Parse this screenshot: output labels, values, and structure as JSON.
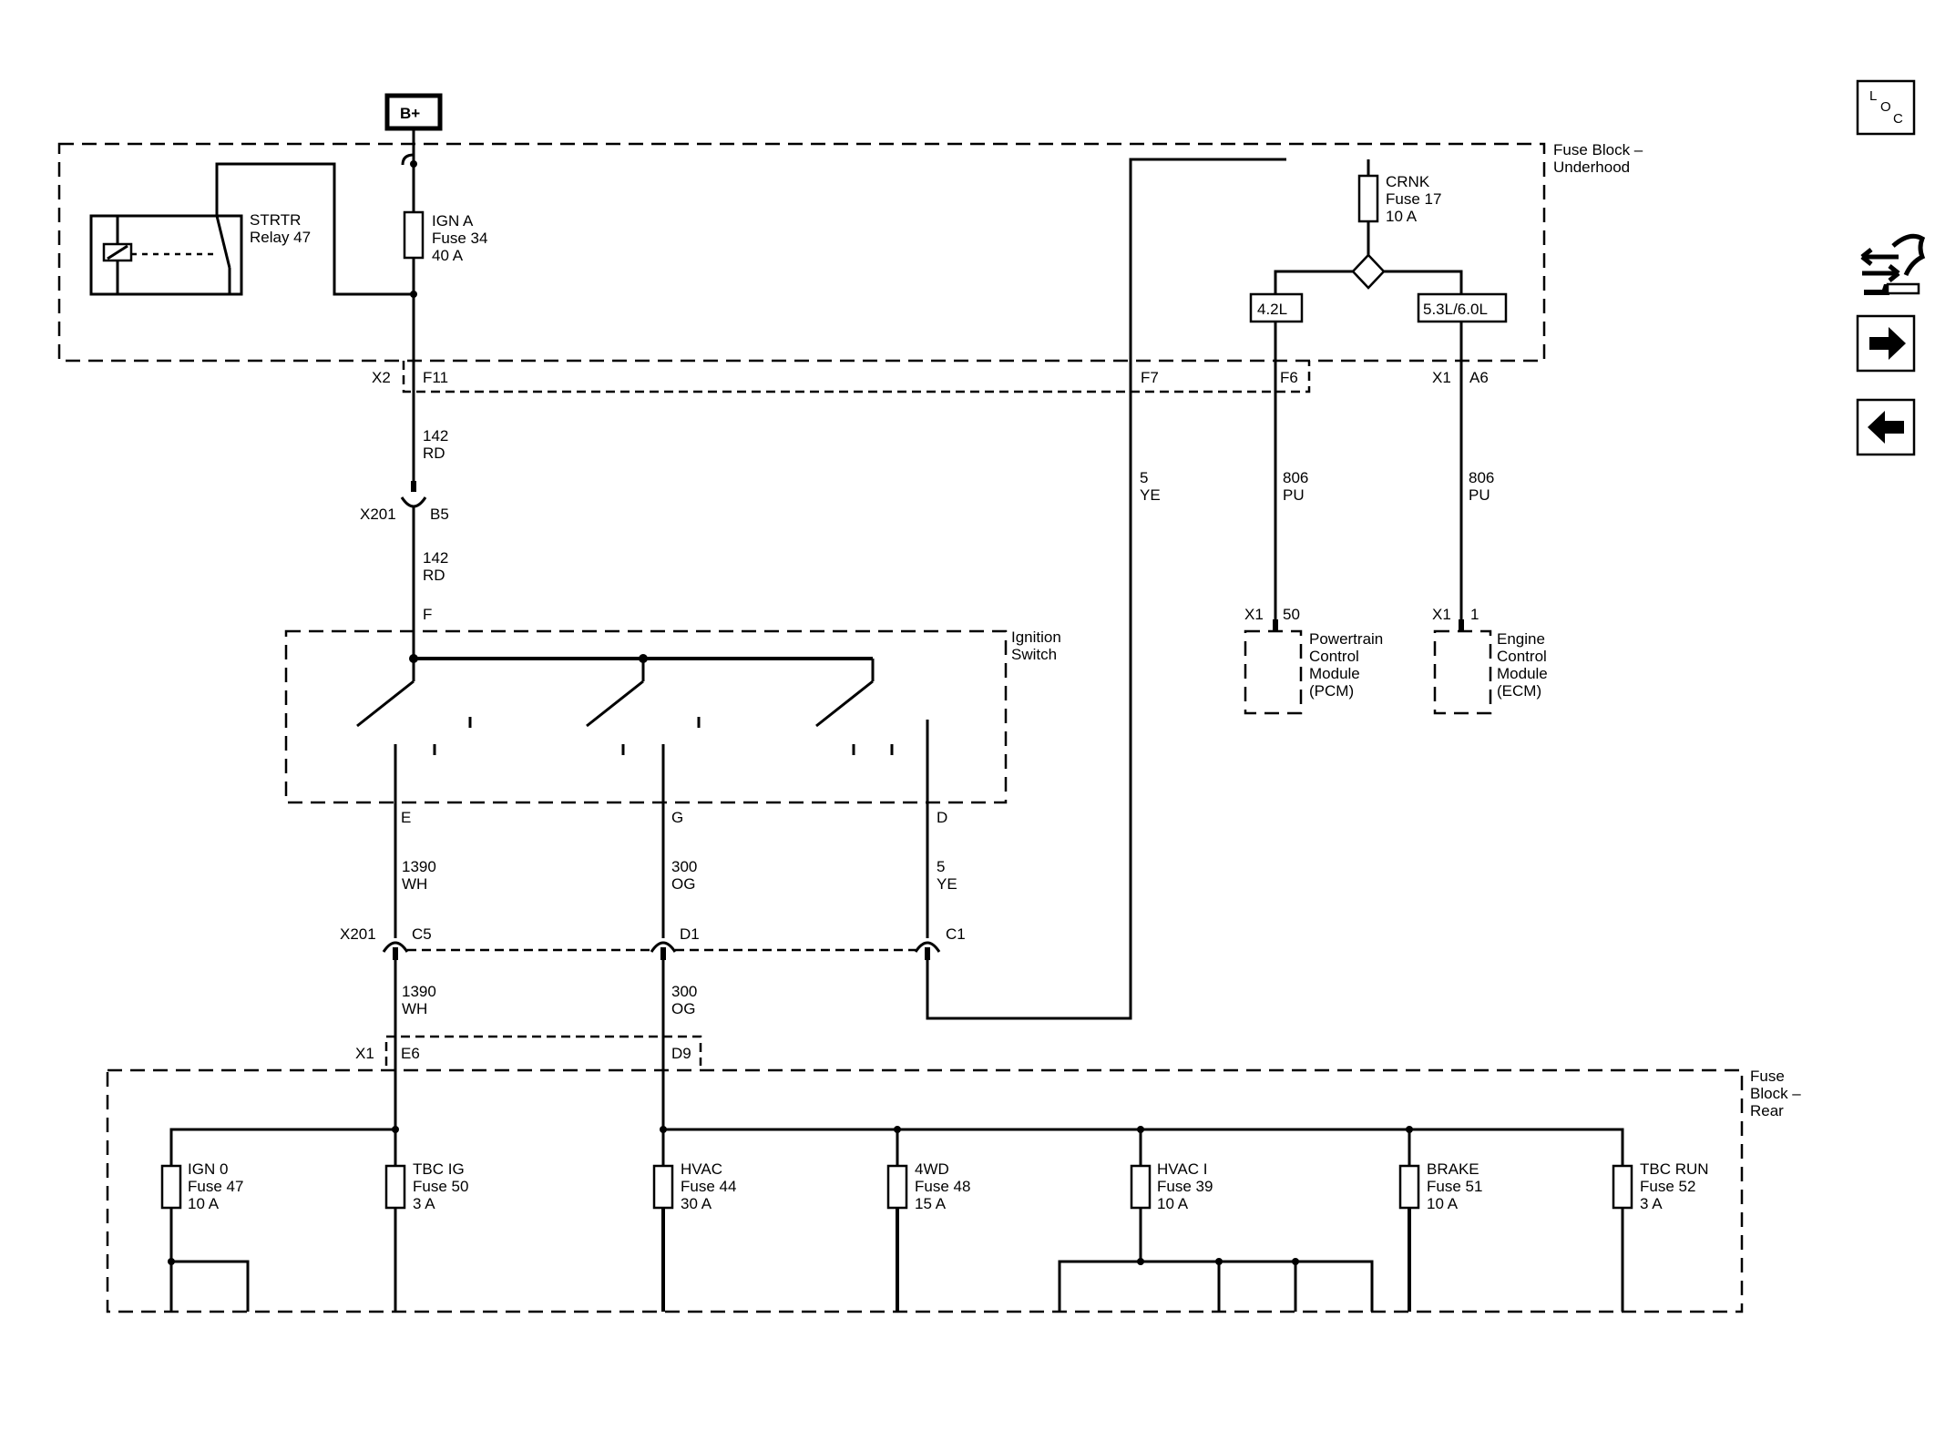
{
  "battery_label": "B+",
  "fuse_block_underhood": [
    "Fuse Block –",
    "Underhood"
  ],
  "fuse_block_rear": [
    "Fuse",
    "Block –",
    "Rear"
  ],
  "ignition_switch": [
    "Ignition",
    "Switch"
  ],
  "strtr_relay": [
    "STRTR",
    "Relay 47"
  ],
  "fuse_ign_a": [
    "IGN A",
    "Fuse 34",
    "40 A"
  ],
  "fuse_crnk": [
    "CRNK",
    "Fuse 17",
    "10 A"
  ],
  "option_42": "4.2L",
  "option_5360": "5.3L/6.0L",
  "pcm": [
    "Powertrain",
    "Control",
    "Module",
    "(PCM)"
  ],
  "ecm": [
    "Engine",
    "Control",
    "Module",
    "(ECM)"
  ],
  "connectors": {
    "x2": "X2",
    "f11": "F11",
    "f7": "F7",
    "f6": "F6",
    "x1_a6": "X1",
    "a6": "A6",
    "x201_top": "X201",
    "b5": "B5",
    "f": "F",
    "e": "E",
    "g": "G",
    "d": "D",
    "x201_bot": "X201",
    "c5": "C5",
    "d1": "D1",
    "c1": "C1",
    "x1_bot": "X1",
    "e6": "E6",
    "d9": "D9",
    "pcm_x1": "X1",
    "pcm_pin": "50",
    "ecm_x1": "X1",
    "ecm_pin": "1"
  },
  "wires": {
    "w142a": [
      "142",
      "RD"
    ],
    "w142b": [
      "142",
      "RD"
    ],
    "w5a": [
      "5",
      "YE"
    ],
    "w806a": [
      "806",
      "PU"
    ],
    "w806b": [
      "806",
      "PU"
    ],
    "w1390a": [
      "1390",
      "WH"
    ],
    "w300a": [
      "300",
      "OG"
    ],
    "w5b": [
      "5",
      "YE"
    ],
    "w1390b": [
      "1390",
      "WH"
    ],
    "w300b": [
      "300",
      "OG"
    ]
  },
  "rear_fuses": [
    [
      "IGN 0",
      "Fuse 47",
      "10 A"
    ],
    [
      "TBC IG",
      "Fuse 50",
      "3 A"
    ],
    [
      "HVAC",
      "Fuse 44",
      "30 A"
    ],
    [
      "4WD",
      "Fuse 48",
      "15 A"
    ],
    [
      "HVAC I",
      "Fuse 39",
      "10 A"
    ],
    [
      "BRAKE",
      "Fuse 51",
      "10 A"
    ],
    [
      "TBC RUN",
      "Fuse 52",
      "3 A"
    ]
  ],
  "loc_button": [
    "L",
    "O",
    "C"
  ],
  "nav_icons": [
    "schematic-tools-icon",
    "next-arrow-icon",
    "previous-arrow-icon"
  ]
}
